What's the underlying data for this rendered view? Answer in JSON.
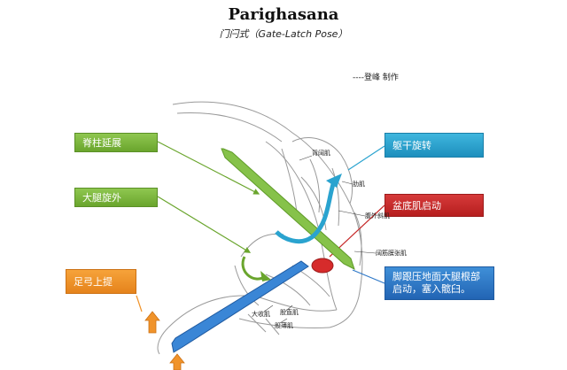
{
  "header": {
    "title": "Parighasana",
    "subtitle": "门闩式（Gate-Latch Pose）",
    "credit": "----登峰 制作"
  },
  "labels": {
    "spine_extension": "脊柱延展",
    "thigh_external_rotation": "大腿旋外",
    "foot_arch_lift": "足弓上提",
    "trunk_rotation": "躯干旋转",
    "pelvic_floor": "盆底肌启动",
    "heel_press": "脚跟压地面大腿根部启动，塞入髋臼。"
  },
  "muscles": {
    "latissimus": "背阔肌",
    "obliques": "腹外斜肌",
    "ribs": "肋肌",
    "tfl": "阔筋膜张肌",
    "adductor": "大收肌",
    "rectus_femoris": "股直肌",
    "gracilis": "股薄肌"
  },
  "colors": {
    "green": "#7cb83f",
    "cyan": "#2aa3cf",
    "red": "#c62828",
    "orange": "#f0932a",
    "blue": "#2f78c8"
  }
}
